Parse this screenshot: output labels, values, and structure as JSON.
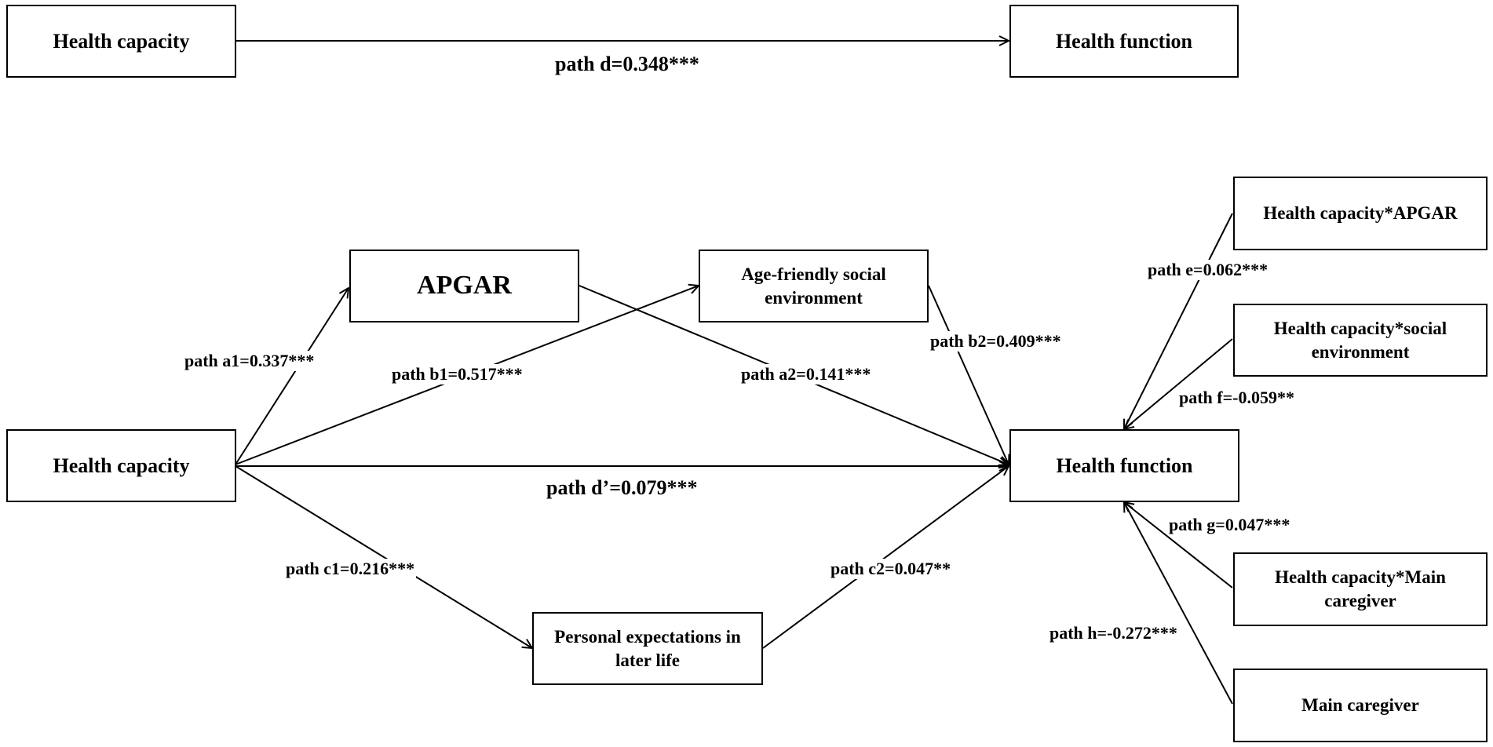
{
  "top": {
    "source": "Health capacity",
    "target": "Health function",
    "path_d": "path d=0.348***"
  },
  "model": {
    "health_capacity": "Health capacity",
    "health_function": "Health function",
    "apgar": "APGAR",
    "age_friendly": "Age-friendly social environment",
    "personal_expectations": "Personal expectations in later life",
    "mod_apgar": "Health capacity*APGAR",
    "mod_social": "Health capacity*social environment",
    "mod_caregiver": "Health capacity*Main caregiver",
    "main_caregiver": "Main caregiver"
  },
  "paths": {
    "a1": "path a1=0.337***",
    "b1": "path b1=0.517***",
    "a2": "path a2=0.141***",
    "b2": "path b2=0.409***",
    "d_prime": "path d’=0.079***",
    "c1": "path c1=0.216***",
    "c2": "path c2=0.047**",
    "e": "path e=0.062***",
    "f": "path f=-0.059**",
    "g": "path g=0.047***",
    "h": "path h=-0.272***"
  }
}
